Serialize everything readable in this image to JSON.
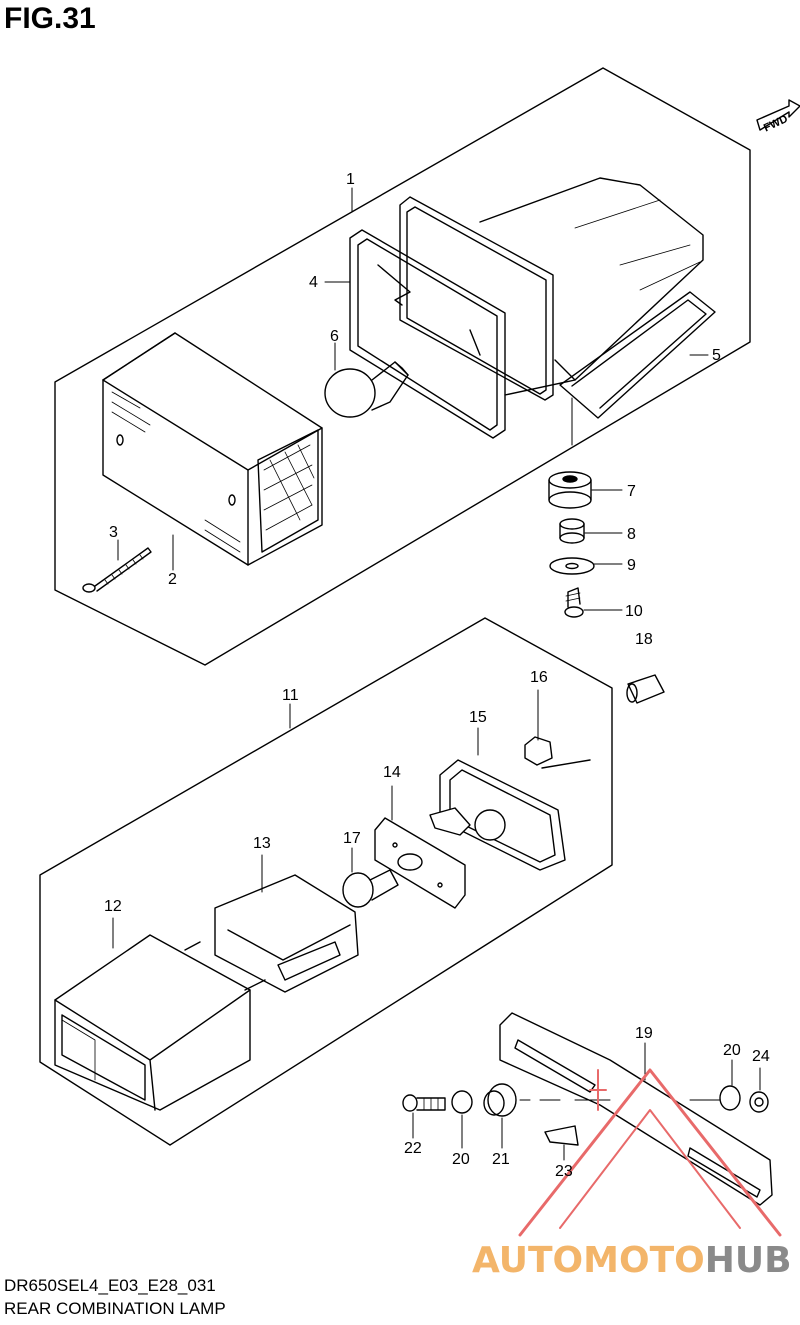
{
  "figure": {
    "title": "FIG.31",
    "model_code": "DR650SEL4_E03_E28_031",
    "name": "REAR COMBINATION LAMP"
  },
  "direction_badge": "FWD",
  "watermark": {
    "part_a": "AUTOMOTO",
    "part_b": "HUB",
    "color_a": "#f3b56a",
    "color_b": "#8a8a8a",
    "logo_color": "#e86a6a"
  },
  "callouts": {
    "c1": "1",
    "c2": "2",
    "c3": "3",
    "c4": "4",
    "c5": "5",
    "c6": "6",
    "c7": "7",
    "c8": "8",
    "c9": "9",
    "c10": "10",
    "c11": "11",
    "c12": "12",
    "c13": "13",
    "c14": "14",
    "c15": "15",
    "c16": "16",
    "c17": "17",
    "c18": "18",
    "c19": "19",
    "c20a": "20",
    "c20b": "20",
    "c21": "21",
    "c22": "22",
    "c23": "23",
    "c24": "24"
  }
}
